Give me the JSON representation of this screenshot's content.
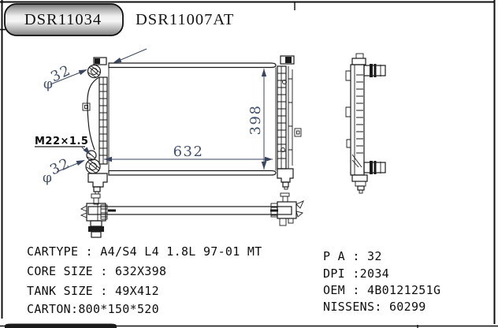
{
  "header": {
    "primary_code": "DSR11034",
    "secondary_code": "DSR11007AT"
  },
  "drawing": {
    "width_dim": "632",
    "height_dim": "398",
    "top_port_symbol": "φ",
    "top_port_size": "32",
    "bottom_port_symbol": "φ",
    "bottom_port_size": "32",
    "thread_spec": "M22×1.5"
  },
  "specs": {
    "left": [
      "CARTYPE : A4/S4 L4 1.8L 97-01 MT",
      "CORE SIZE : 632X398",
      "TANK SIZE : 49X412",
      "CARTON:800*150*520"
    ],
    "right": [
      "P A : 32",
      "DPI :2034",
      "OEM : 4B0121251G",
      "NISSENS: 60299"
    ]
  },
  "colors": {
    "line": "#1b1b1b",
    "dimension_text": "#42506f",
    "capsule_light": "#f5f5f5",
    "capsule_dark": "#787878",
    "background": "#ffffff"
  }
}
